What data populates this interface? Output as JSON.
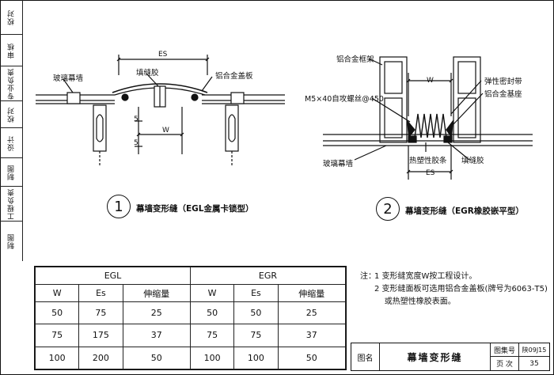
{
  "side_panel": [
    {
      "label": "校对",
      "name": "proofreader"
    },
    {
      "label": "审核",
      "name": "reviewer"
    },
    {
      "label": "专业负责",
      "name": "specialty-lead"
    },
    {
      "label": "校对",
      "name": "checker"
    },
    {
      "label": "设计",
      "name": "designer"
    },
    {
      "label": "制图",
      "name": "drafter"
    },
    {
      "label": "工程负责",
      "name": "project-lead"
    },
    {
      "label": "制图",
      "name": "drawing"
    }
  ],
  "detail1": {
    "labels": {
      "glass": "玻璃幕墙",
      "filler": "填缝胶",
      "cover": "铝合金盖板",
      "es": "ES",
      "w": "W",
      "five_top": "5",
      "five_bottom": "5"
    },
    "number": "1",
    "caption": "幕墙变形缝（EGL金属卡锁型）"
  },
  "detail2": {
    "labels": {
      "frame": "铝合金框架",
      "w": "W",
      "bolt": "M5×40自攻螺丝@450",
      "seal_tape": "弹性密封带",
      "base": "铝合金基座",
      "glass": "玻璃幕墙",
      "thermal": "热塑性胶条",
      "filler": "填缝胶",
      "es": "ES"
    },
    "number": "2",
    "caption": "幕墙变形缝（EGR橡胶嵌平型）"
  },
  "table": {
    "groups": [
      "EGL",
      "EGR"
    ],
    "headers": [
      "W",
      "Es",
      "伸缩量",
      "W",
      "Es",
      "伸缩量"
    ],
    "rows": [
      [
        "50",
        "75",
        "25",
        "50",
        "50",
        "25"
      ],
      [
        "75",
        "175",
        "37",
        "75",
        "75",
        "37"
      ],
      [
        "100",
        "200",
        "50",
        "100",
        "100",
        "50"
      ]
    ]
  },
  "notes": {
    "heading": "注：",
    "items": [
      "1  变形缝宽度W按工程设计。",
      "2  变形缝面板可选用铝合金盖板(牌号为6063-T5)",
      "    或热塑性橡胶表面。"
    ]
  },
  "title_block": {
    "name_label": "图名",
    "title": "幕墙变形缝",
    "atlas_label": "图集号",
    "atlas_no": "陕09J15",
    "page_label": "页  次",
    "page_no": "35"
  }
}
